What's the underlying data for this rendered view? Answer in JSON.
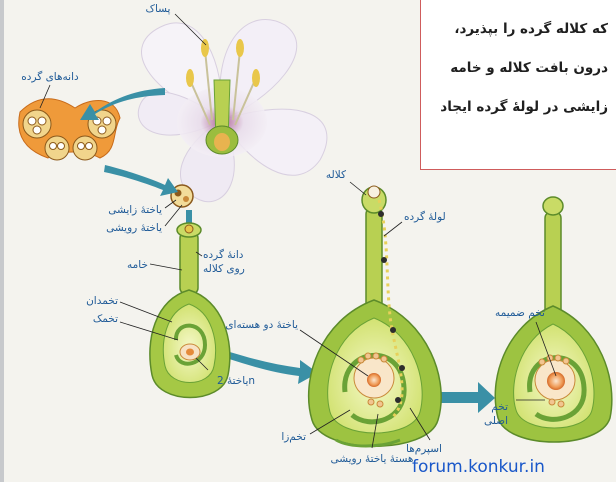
{
  "text_box": {
    "line1": "که کلاله گرده را بپذیرد،",
    "line2": "درون بافت کلاله و خامه",
    "line3": "زایشی در لولهٔ گرده ایجاد"
  },
  "labels": {
    "stamen": "پساک",
    "pollen_grains": "دانه‌های گرده",
    "generative_cell": "یاختهٔ زایشی",
    "vegetative_cell": "یاختهٔ رویشی",
    "pollen_on_stigma_1": "دانهٔ گرده",
    "pollen_on_stigma_2": "روی کلاله",
    "style": "خامه",
    "ovary": "تخمدان",
    "ovule": "تخمک",
    "cell_2n": "یاختهٔ 2n",
    "stigma": "کلاله",
    "pollen_tube": "لولهٔ گرده",
    "binucleate_cell": "یاختهٔ دو هسته‌ای",
    "egg": "تخم‌زا",
    "sperms": "اسپرم‌ها",
    "vegetative_nucleus": "هستهٔ یاختهٔ رویشی",
    "endosperm_zygote": "تخم ضمیمه",
    "main_zygote_1": "تخم",
    "main_zygote_2": "اصلی"
  },
  "watermark": "forum.konkur.in",
  "colors": {
    "label": "#1f5a97",
    "petal": "#f2eef6",
    "green_dark": "#6aa236",
    "green_light": "#d9e981",
    "arrow": "#3a90a6",
    "watermark": "#1957c9",
    "box_border": "#cf5c5c"
  }
}
